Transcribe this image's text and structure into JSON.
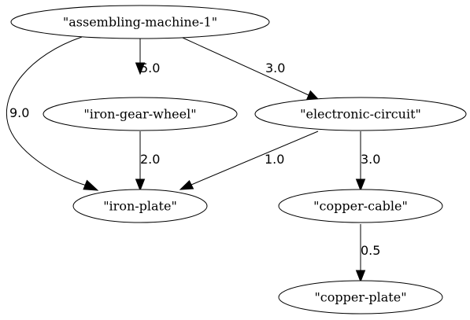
{
  "nodes": {
    "assembling_machine_1": "\"assembling-machine-1\"",
    "iron_gear_wheel": "\"iron-gear-wheel\"",
    "electronic_circuit": "\"electronic-circuit\"",
    "iron_plate": "\"iron-plate\"",
    "copper_cable": "\"copper-cable\"",
    "copper_plate": "\"copper-plate\""
  },
  "edges": {
    "assembling_to_iron_gear": {
      "from": "\"assembling-machine-1\"",
      "to": "\"iron-gear-wheel\"",
      "label": "5.0"
    },
    "assembling_to_electronic": {
      "from": "\"assembling-machine-1\"",
      "to": "\"electronic-circuit\"",
      "label": "3.0"
    },
    "assembling_to_iron_plate": {
      "from": "\"assembling-machine-1\"",
      "to": "\"iron-plate\"",
      "label": "9.0"
    },
    "iron_gear_to_iron_plate": {
      "from": "\"iron-gear-wheel\"",
      "to": "\"iron-plate\"",
      "label": "2.0"
    },
    "electronic_to_iron_plate": {
      "from": "\"electronic-circuit\"",
      "to": "\"iron-plate\"",
      "label": "1.0"
    },
    "electronic_to_copper_cable": {
      "from": "\"electronic-circuit\"",
      "to": "\"copper-cable\"",
      "label": "3.0"
    },
    "copper_cable_to_copper_plate": {
      "from": "\"copper-cable\"",
      "to": "\"copper-plate\"",
      "label": "0.5"
    }
  }
}
